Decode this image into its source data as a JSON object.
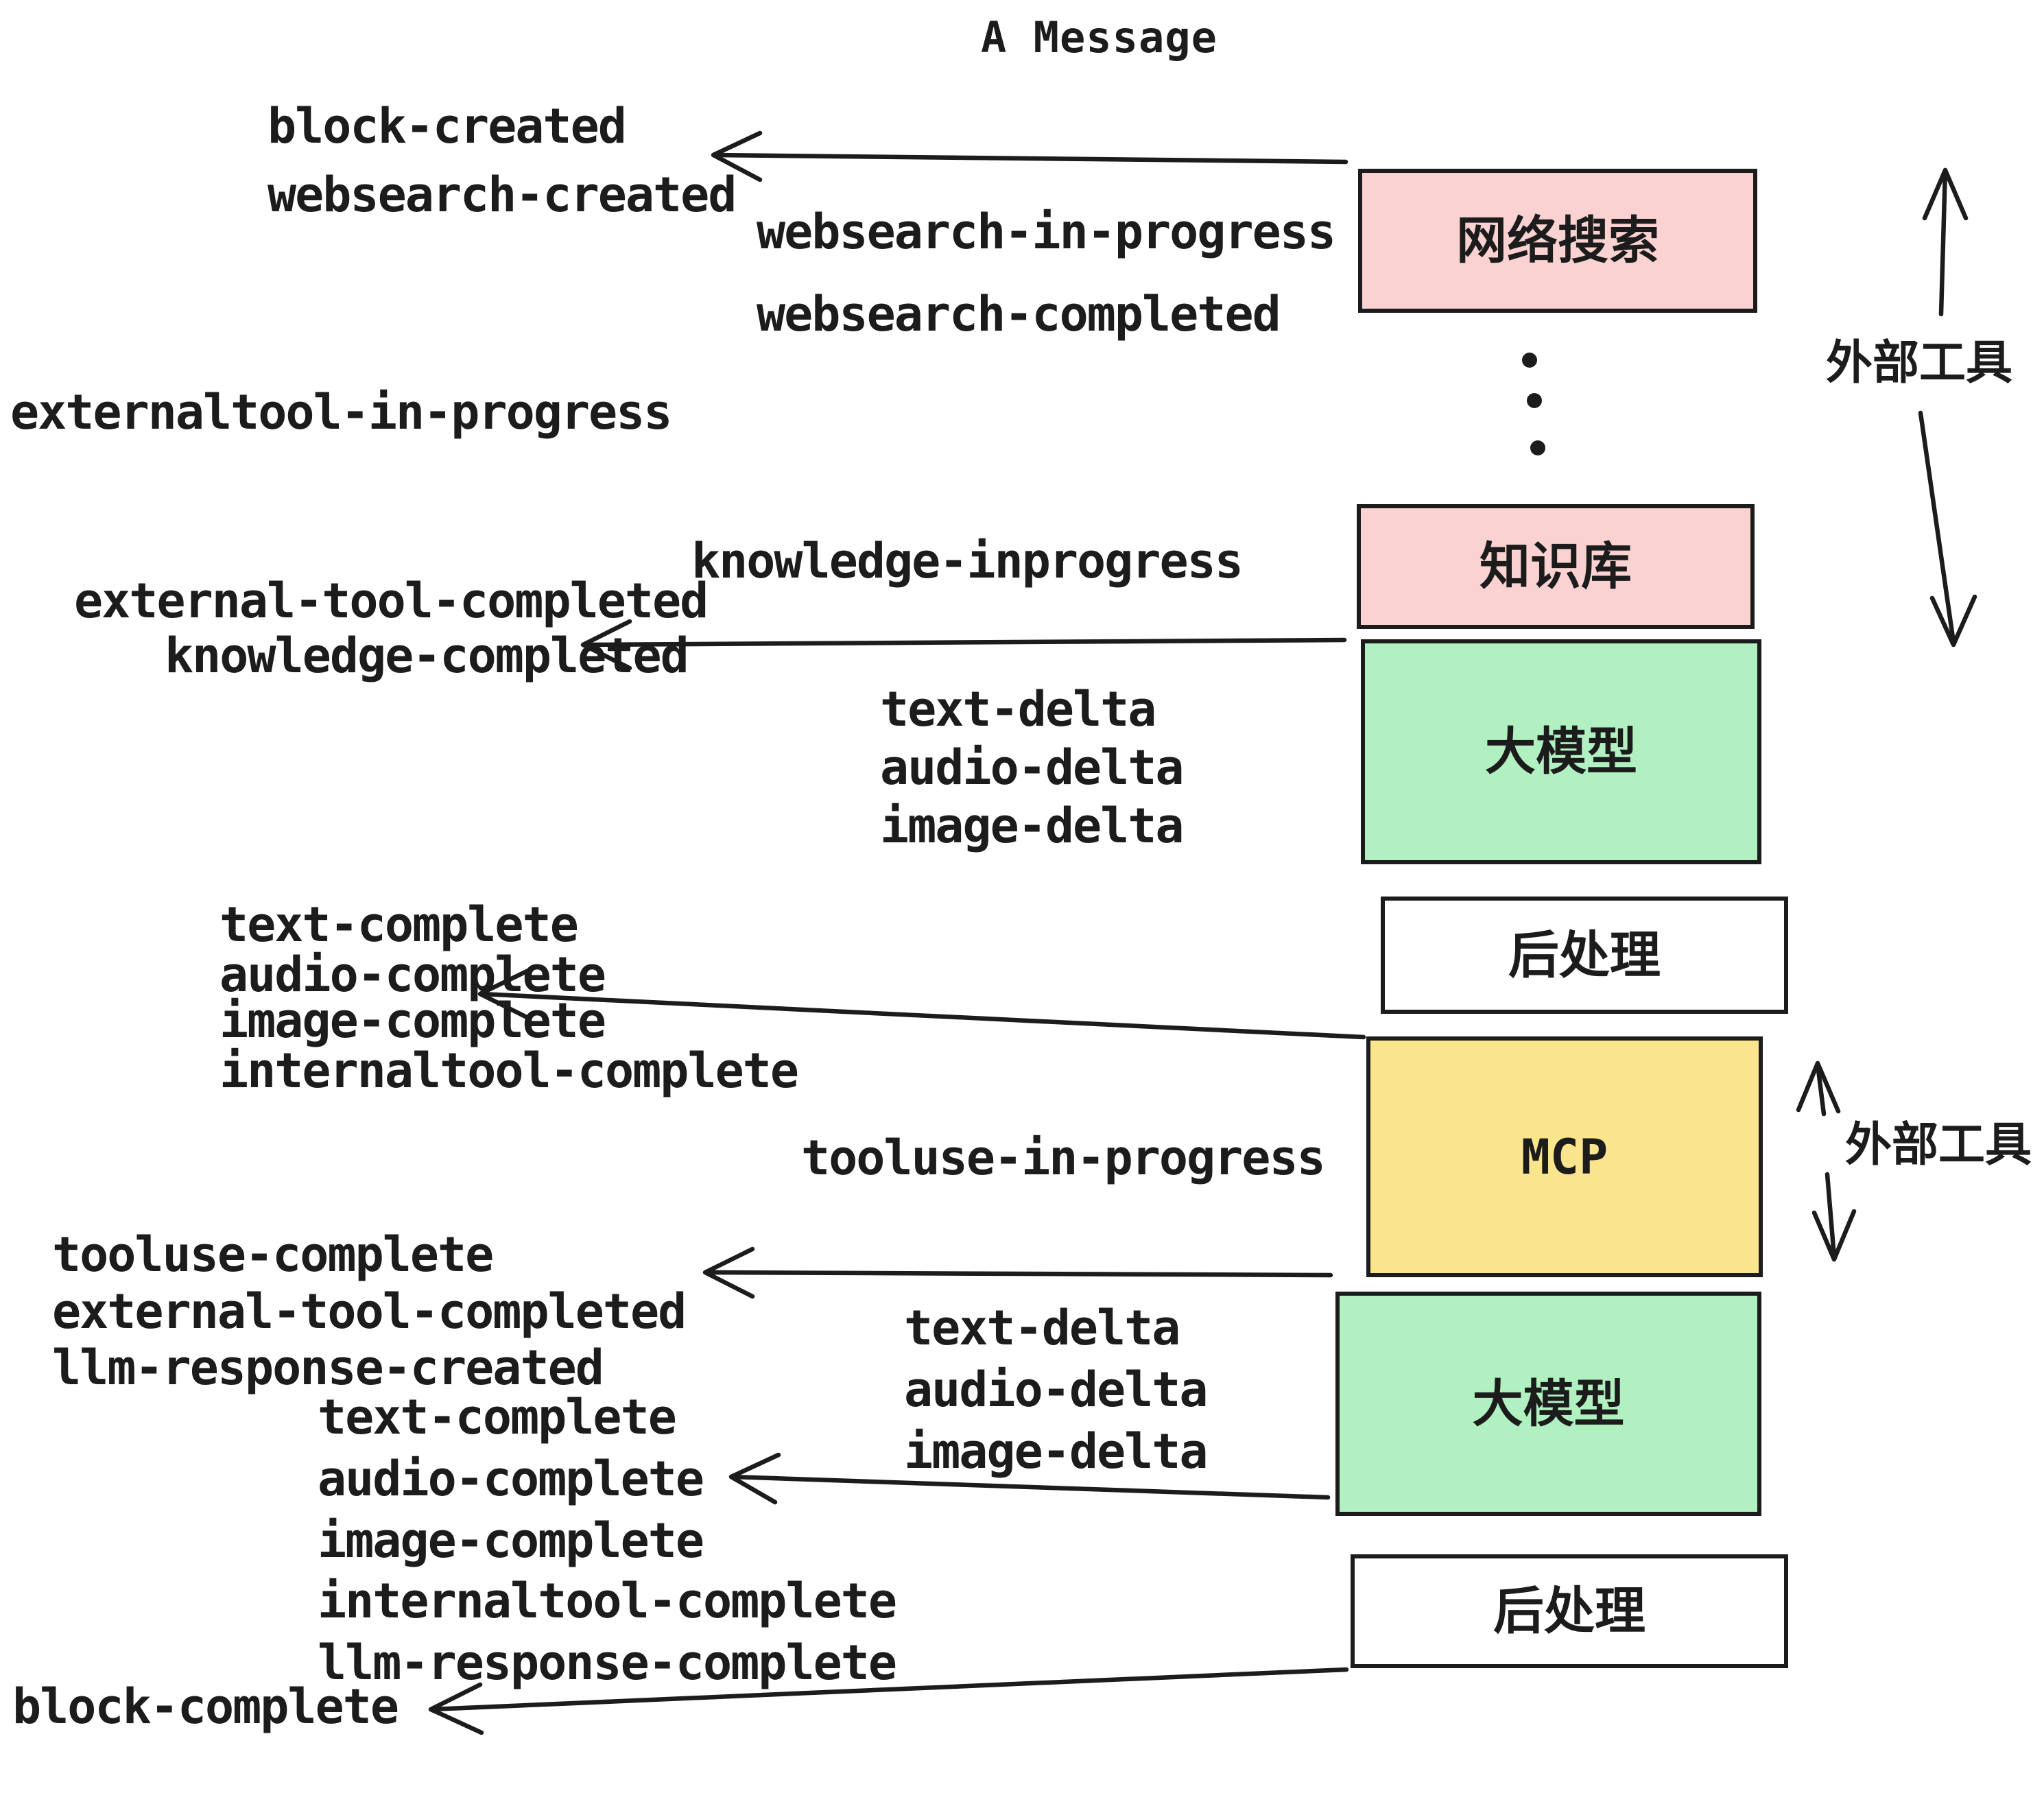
{
  "title": "A Message",
  "boxes": {
    "websearch": {
      "label": "网络搜索",
      "color": "#fad2d2"
    },
    "knowledge": {
      "label": "知识库",
      "color": "#fad2d2"
    },
    "llm_1": {
      "label": "大模型",
      "color": "#b1f0c1"
    },
    "post_1": {
      "label": "后处理",
      "color": "#ffffff"
    },
    "mcp": {
      "label": "MCP",
      "color": "#fae58c"
    },
    "llm_2": {
      "label": "大模型",
      "color": "#b1f0c1"
    },
    "post_2": {
      "label": "后处理",
      "color": "#ffffff"
    }
  },
  "side_labels": {
    "external_tools_top": "外部工具",
    "external_tools_bottom": "外部工具"
  },
  "events": {
    "block_created": "block-created",
    "websearch_created": "websearch-created",
    "websearch_in_progress": "websearch-in-progress",
    "websearch_completed": "websearch-completed",
    "externaltool_in_progress": "externaltool-in-progress",
    "knowledge_inprogress": "knowledge-inprogress",
    "external_tool_completed_a": "external-tool-completed",
    "knowledge_completed": "knowledge-completed",
    "text_delta_a": "text-delta",
    "audio_delta_a": "audio-delta",
    "image_delta_a": "image-delta",
    "text_complete_a": "text-complete",
    "audio_complete_a": "audio-complete",
    "image_complete_a": "image-complete",
    "internaltool_complete_a": "internaltool-complete",
    "tooluse_in_progress": "tooluse-in-progress",
    "tooluse_complete": "tooluse-complete",
    "external_tool_completed_b": "external-tool-completed",
    "llm_response_created": "llm-response-created",
    "text_delta_b": "text-delta",
    "audio_delta_b": "audio-delta",
    "image_delta_b": "image-delta",
    "text_complete_b": "text-complete",
    "audio_complete_b": "audio-complete",
    "image_complete_b": "image-complete",
    "internaltool_complete_b": "internaltool-complete",
    "llm_response_complete": "llm-response-complete",
    "block_complete": "block-complete"
  },
  "colors": {
    "pink": "#fad2d2",
    "green": "#b1f0c1",
    "yellow": "#fae58c",
    "white": "#ffffff",
    "ink": "#1c1c1c"
  }
}
